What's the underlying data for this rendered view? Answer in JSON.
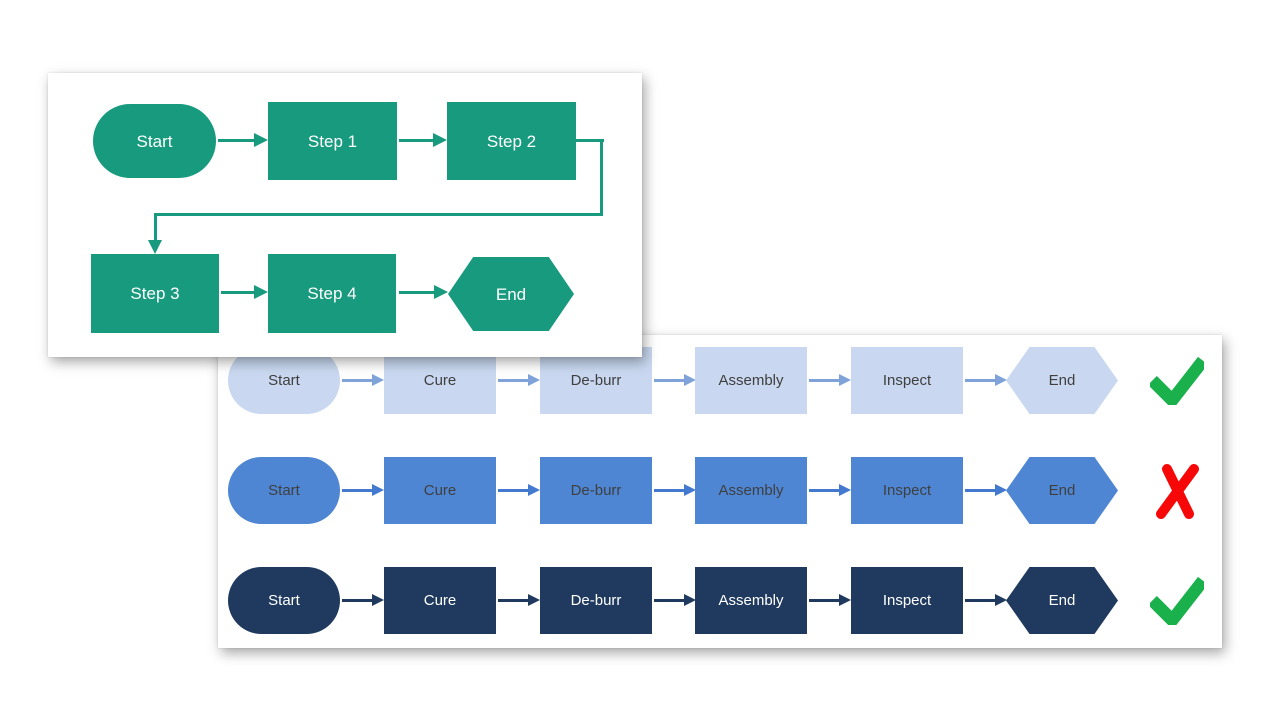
{
  "page": {
    "background": "#ffffff"
  },
  "green_chart": {
    "colors": {
      "fill": "#179a7d",
      "text": "#ffffff"
    },
    "nodes": {
      "start": "Start",
      "step1": "Step 1",
      "step2": "Step 2",
      "step3": "Step 3",
      "step4": "Step 4",
      "end": "End"
    }
  },
  "blue_chart": {
    "mark_colors": {
      "check": "#1ab04b",
      "x": "#f70808"
    },
    "rows": [
      {
        "colors": {
          "fill": "#c9d8f0",
          "text": "#3f3f3f",
          "arrow": "#7fa3d8"
        },
        "verdict": "check",
        "nodes": {
          "start": "Start",
          "cure": "Cure",
          "deburr": "De-burr",
          "assembly": "Assembly",
          "inspect": "Inspect",
          "end": "End"
        }
      },
      {
        "colors": {
          "fill": "#4e86d3",
          "text": "#3f3f3f",
          "arrow": "#4379cf"
        },
        "verdict": "x",
        "nodes": {
          "start": "Start",
          "cure": "Cure",
          "deburr": "De-burr",
          "assembly": "Assembly",
          "inspect": "Inspect",
          "end": "End"
        }
      },
      {
        "colors": {
          "fill": "#1f3a5e",
          "text": "#ffffff",
          "arrow": "#1f3a5e"
        },
        "verdict": "check",
        "nodes": {
          "start": "Start",
          "cure": "Cure",
          "deburr": "De-burr",
          "assembly": "Assembly",
          "inspect": "Inspect",
          "end": "End"
        }
      }
    ]
  }
}
